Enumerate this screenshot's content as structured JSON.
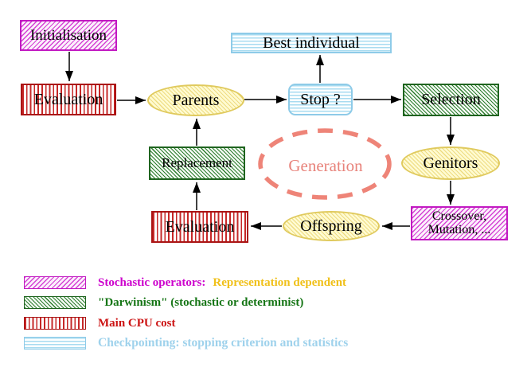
{
  "nodes": {
    "initialisation": "Initialisation",
    "evaluation_top": "Evaluation",
    "parents": "Parents",
    "best_individual": "Best individual",
    "stop": "Stop ?",
    "selection": "Selection",
    "genitors": "Genitors",
    "crossover_line1": "Crossover,",
    "crossover_line2": "Mutation, ...",
    "offspring": "Offspring",
    "evaluation_bottom": "Evaluation",
    "replacement": "Replacement",
    "generation": "Generation"
  },
  "legend": {
    "stochastic_label": "Stochastic operators:",
    "stochastic_extra": "Representation dependent",
    "darwinism_label": "\"Darwinism\" (stochastic or determinist)",
    "cpu_label": "Main CPU cost",
    "checkpoint_label": "Checkpointing: stopping criterion and statistics"
  },
  "colors": {
    "magenta": "#cc00cc",
    "green": "#1f641f",
    "red": "#c62828",
    "cyan": "#9fd2ec",
    "yellow_gold": "#f0c019",
    "yellow_node_border": "#e0ca5e",
    "salmon": "#e8837b",
    "arrow_black": "#000000"
  }
}
